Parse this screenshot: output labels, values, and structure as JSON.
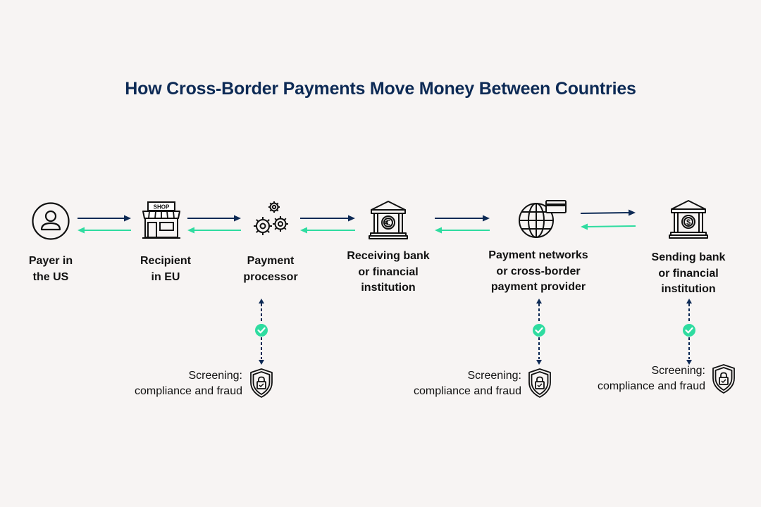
{
  "title": "How Cross-Border Payments Move Money Between Countries",
  "nodes": [
    {
      "label_line1": "Payer in",
      "label_line2": "the US",
      "icon": "person-icon"
    },
    {
      "label_line1": "Recipient",
      "label_line2": "in EU",
      "icon": "shop-icon",
      "icon_text": "SHOP"
    },
    {
      "label_line1": "Payment",
      "label_line2": "processor",
      "icon": "gears-icon"
    },
    {
      "label_line1": "Receiving bank",
      "label_line2": "or financial",
      "label_line3": "institution",
      "icon": "euro-bank-icon"
    },
    {
      "label_line1": "Payment networks",
      "label_line2": "or cross-border",
      "label_line3": "payment provider",
      "icon": "globe-card-icon"
    },
    {
      "label_line1": "Sending bank",
      "label_line2": "or financial",
      "label_line3": "institution",
      "icon": "dollar-bank-icon"
    }
  ],
  "screenings": [
    {
      "line1": "Screening:",
      "line2": "compliance and fraud"
    },
    {
      "line1": "Screening:",
      "line2": "compliance and fraud"
    },
    {
      "line1": "Screening:",
      "line2": "compliance and fraud"
    }
  ],
  "colors": {
    "title": "#0d2a55",
    "forward_arrow": "#0d2a55",
    "return_arrow": "#2fdca0",
    "check": "#2fdca0",
    "background": "#f7f4f3"
  }
}
